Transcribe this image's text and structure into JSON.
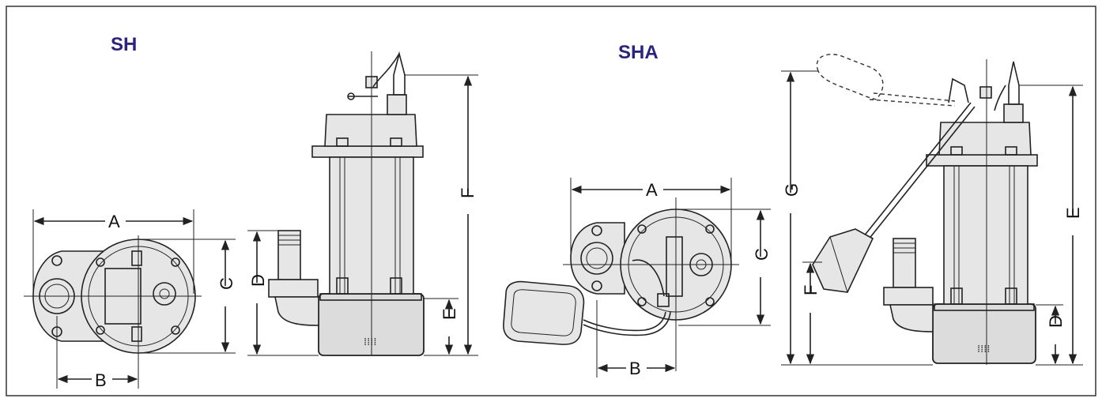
{
  "titles": {
    "sh": "SH",
    "sha": "SHA"
  },
  "sh_dims": {
    "a": "A",
    "b": "B",
    "c": "C",
    "d": "D",
    "e": "E",
    "f": "F"
  },
  "sha_dims": {
    "a": "A",
    "b": "B",
    "c": "C",
    "d": "D",
    "e": "E",
    "f": "F",
    "g": "G"
  }
}
